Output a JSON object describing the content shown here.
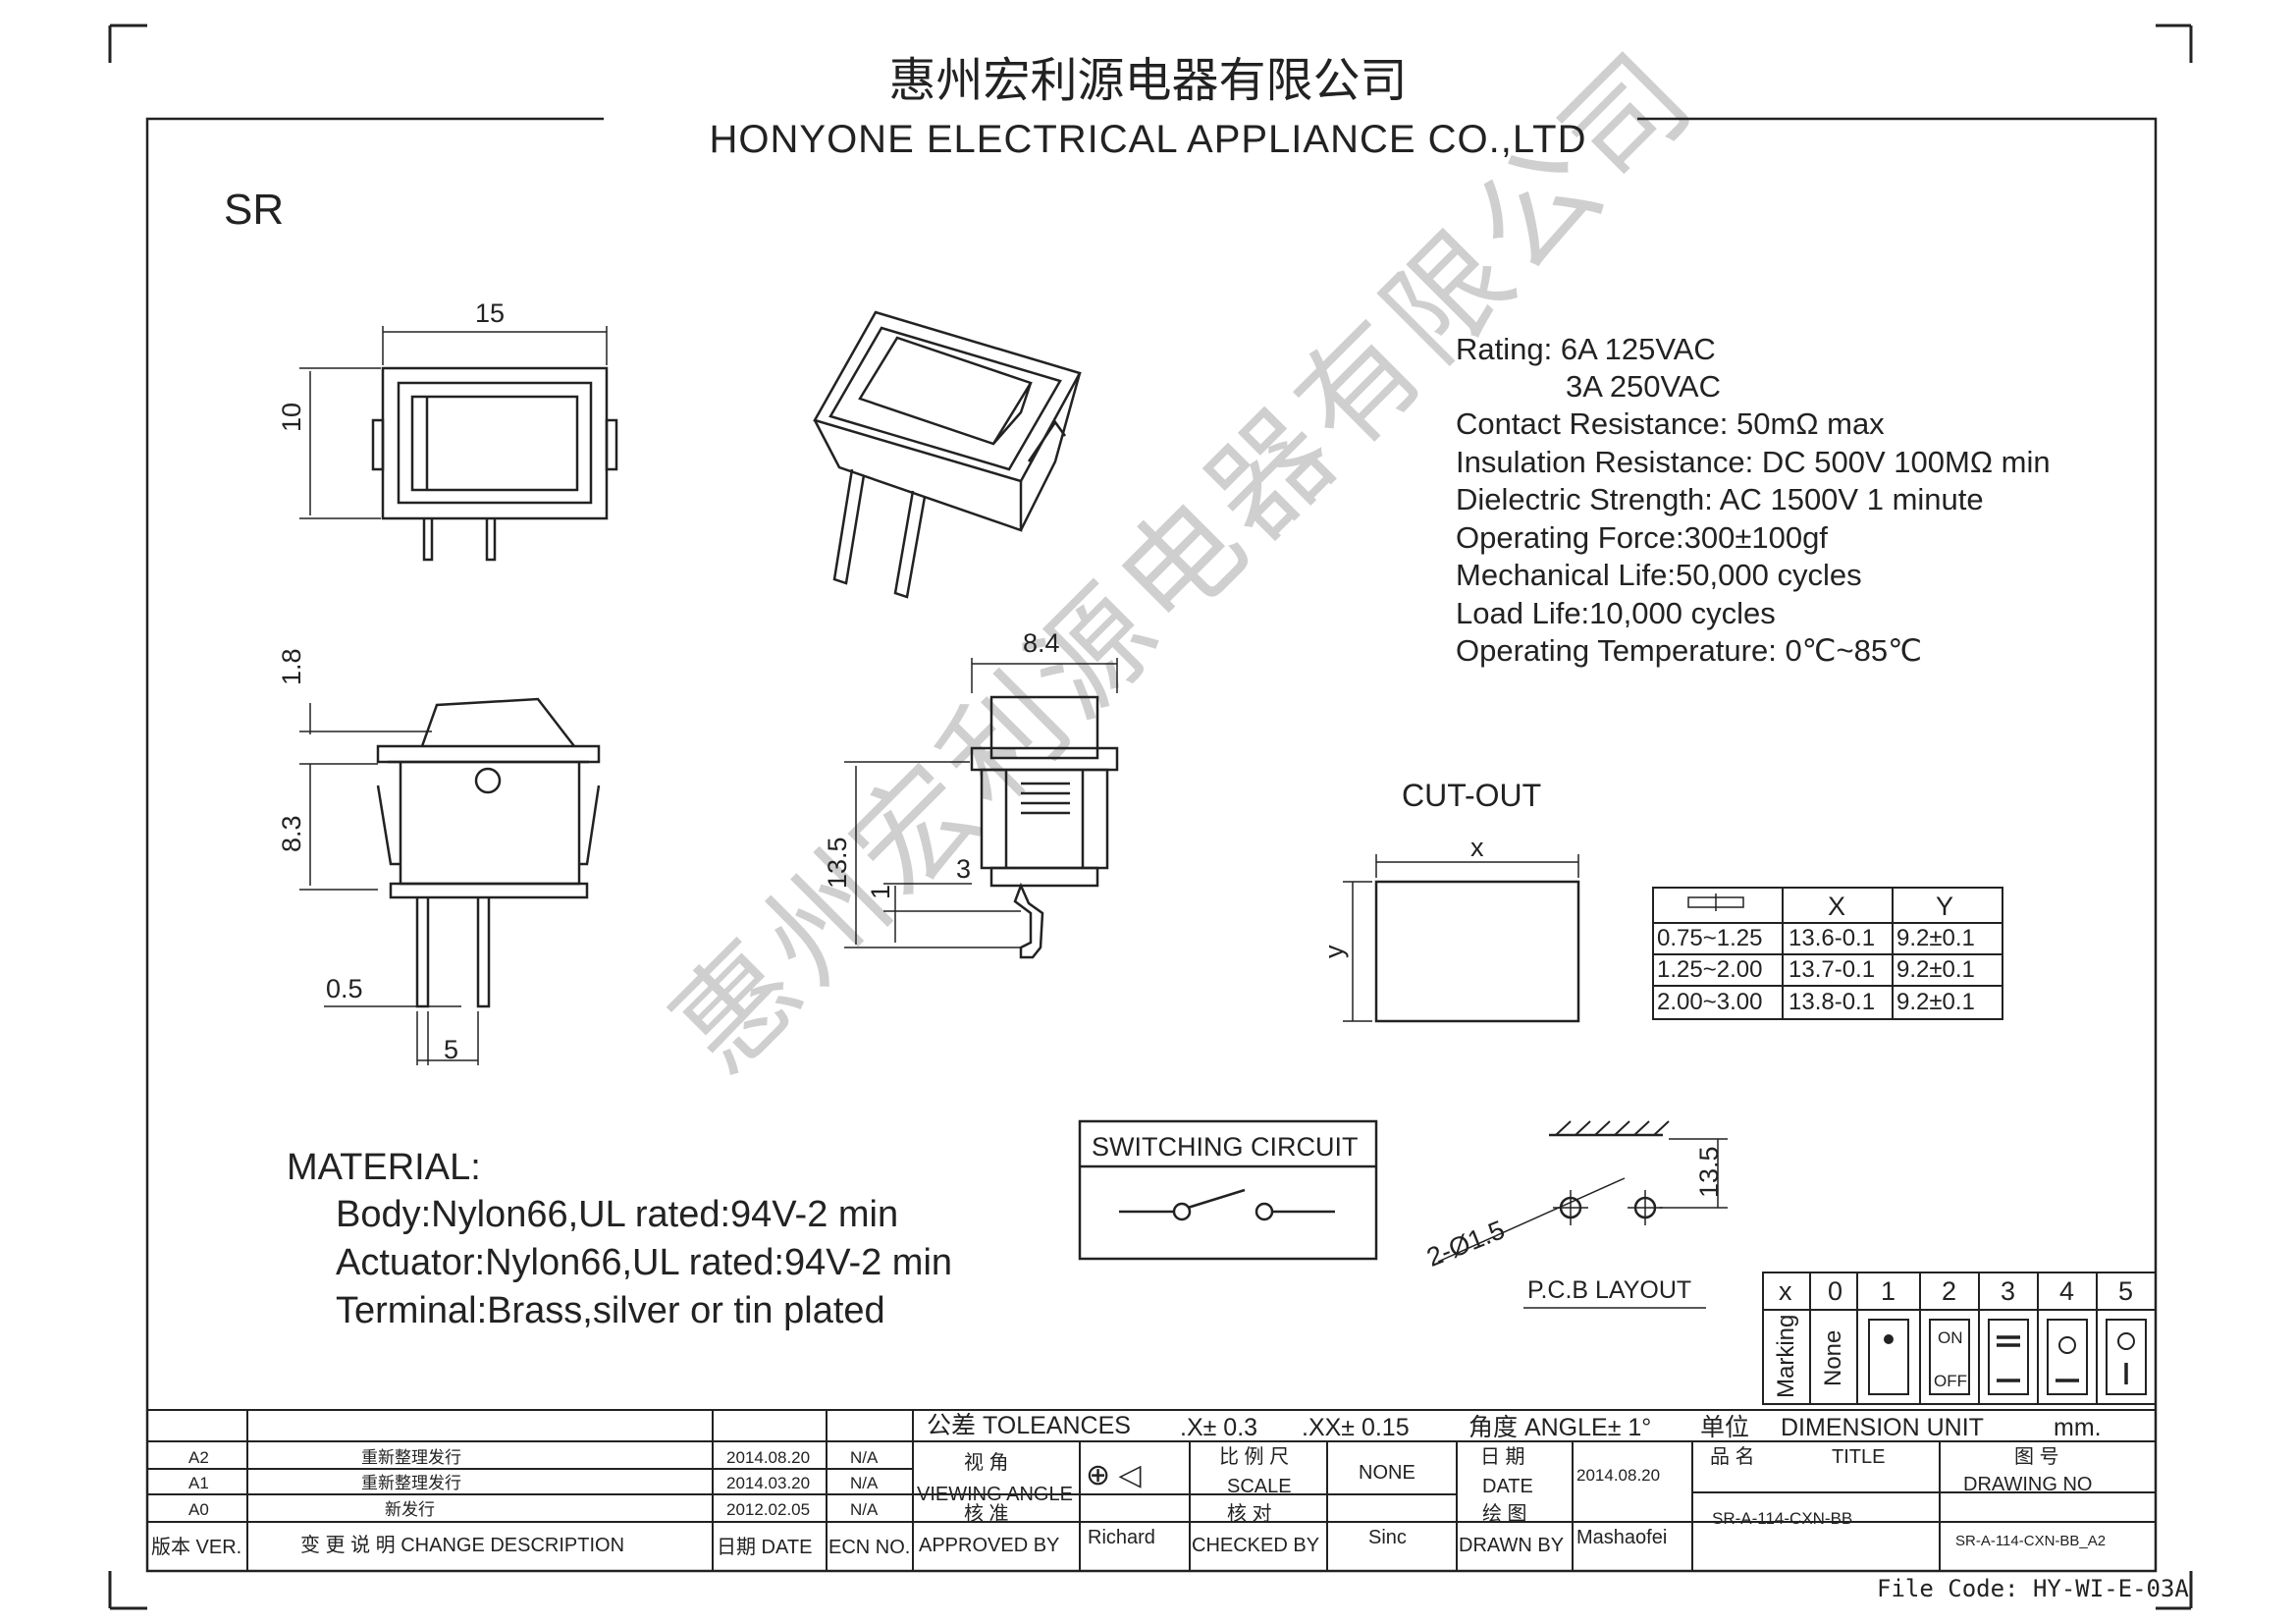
{
  "header": {
    "company_cn": "惠州宏利源电器有限公司",
    "company_en": "HONYONE ELECTRICAL APPLIANCE  CO.,LTD"
  },
  "model": "SR",
  "watermark": "惠州宏利源电器有限公司",
  "specs": {
    "rating_1": "Rating: 6A 125VAC",
    "rating_2": "3A  250VAC",
    "contact_resistance": "Contact Resistance: 50mΩ max",
    "insulation_resistance": "Insulation Resistance: DC 500V 100MΩ min",
    "dielectric_strength": "Dielectric Strength: AC 1500V 1 minute",
    "operating_force": "Operating Force:300±100gf",
    "mechanical_life": "Mechanical Life:50,000 cycles",
    "load_life": "Load Life:10,000 cycles",
    "operating_temperature": "Operating Temperature: 0℃~85℃"
  },
  "dimensions": {
    "front_width": "15",
    "front_height": "10",
    "actuator_height": "1.8",
    "body_height": "8.3",
    "pin_width": "0.5",
    "pin_pitch": "5",
    "side_width": "8.4",
    "side_height": "13.5",
    "side_pin_offset": "3",
    "side_pin_bend": "1"
  },
  "cutout": {
    "title": "CUT-OUT",
    "x_label": "x",
    "y_label": "y",
    "table": {
      "headers": [
        "X",
        "Y"
      ],
      "rows": [
        {
          "range": "0.75~1.25",
          "x": "13.6-0.1",
          "y": "9.2±0.1"
        },
        {
          "range": "1.25~2.00",
          "x": "13.7-0.1",
          "y": "9.2±0.1"
        },
        {
          "range": "2.00~3.00",
          "x": "13.8-0.1",
          "y": "9.2±0.1"
        }
      ]
    }
  },
  "material": {
    "title": "MATERIAL:",
    "body": "Body:Nylon66,UL rated:94V-2 min",
    "actuator": "Actuator:Nylon66,UL rated:94V-2 min",
    "terminal": "Terminal:Brass,silver or tin plated"
  },
  "switching_circuit": {
    "title": "SWITCHING CIRCUIT"
  },
  "pcb": {
    "title": "P.C.B LAYOUT",
    "hole_label": "2-Ø1.5",
    "spacing": "13.5"
  },
  "marking": {
    "header_x": "x",
    "label": "Marking",
    "columns": [
      "0",
      "1",
      "2",
      "3",
      "4",
      "5"
    ],
    "none": "None",
    "on": "ON",
    "off": "OFF"
  },
  "title_block": {
    "tolerances_label": "公差 TOLEANCES",
    "tol_x": ".X± 0.3",
    "tol_xx": ".XX± 0.15",
    "angle": "角度 ANGLE± 1°",
    "unit_label": "单位",
    "dimension_unit": "DIMENSION UNIT",
    "unit": "mm.",
    "revisions": [
      {
        "ver": "A2",
        "desc": "重新整理发行",
        "date": "2014.08.20",
        "ecn": "N/A"
      },
      {
        "ver": "A1",
        "desc": "重新整理发行",
        "date": "2014.03.20",
        "ecn": "N/A"
      },
      {
        "ver": "A0",
        "desc": "新发行",
        "date": "2012.02.05",
        "ecn": "N/A"
      }
    ],
    "ver_header": "版本 VER.",
    "desc_header": "变 更 说 明  CHANGE DESCRIPTION",
    "date_header": "日期 DATE",
    "ecn_header": "ECN NO.",
    "viewing_angle_cn": "视  角",
    "viewing_angle": "VIEWING ANGLE",
    "scale_cn": "比 例 尺",
    "scale": "SCALE",
    "scale_value": "NONE",
    "date_cn": "日  期",
    "date_label": "DATE",
    "date_value": "2014.08.20",
    "approved_cn": "核  准",
    "approved_label": "APPROVED BY",
    "approved_by": "Richard",
    "checked_cn": "核  对",
    "checked_label": "CHECKED BY",
    "checked_by": "Sinc",
    "drawn_cn": "绘  图",
    "drawn_label": "DRAWN BY",
    "drawn_by": "Mashaofei",
    "title_cn": "品  名",
    "title_label": "TITLE",
    "title_value": "SR-A-114-CXN-BB",
    "drawing_no_cn": "图  号",
    "drawing_no_label": "DRAWING NO",
    "drawing_no": "SR-A-114-CXN-BB_A2"
  },
  "file_code": "File Code: HY-WI-E-03A"
}
